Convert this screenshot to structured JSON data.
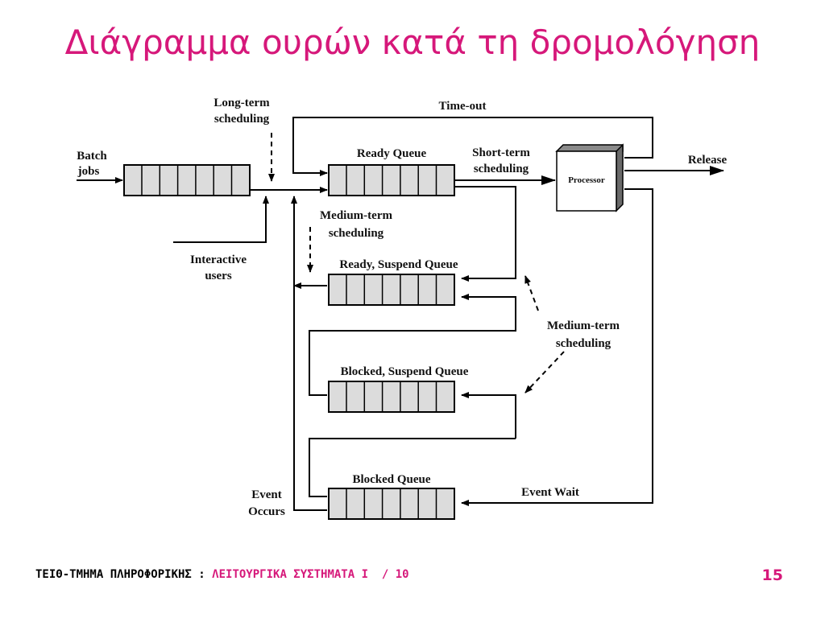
{
  "slide": {
    "title": "Διάγραμμα ουρών κατά τη δρομολόγηση"
  },
  "diagram": {
    "labels": {
      "long_term_1": "Long-term",
      "long_term_2": "scheduling",
      "time_out": "Time-out",
      "batch_1": "Batch",
      "batch_2": "jobs",
      "ready_queue": "Ready Queue",
      "short_term_1": "Short-term",
      "short_term_2": "scheduling",
      "processor": "Processor",
      "release": "Release",
      "medium_term_a_1": "Medium-term",
      "medium_term_a_2": "scheduling",
      "interactive_1": "Interactive",
      "interactive_2": "users",
      "ready_suspend_queue": "Ready, Suspend Queue",
      "medium_term_b_1": "Medium-term",
      "medium_term_b_2": "scheduling",
      "blocked_suspend_queue": "Blocked, Suspend Queue",
      "blocked_queue": "Blocked Queue",
      "event_wait": "Event Wait",
      "event_occurs_1": "Event",
      "event_occurs_2": "Occurs"
    },
    "colors": {
      "queue_fill": "#dcdcdc",
      "processor_top": "#8a8a8a",
      "processor_side": "#6a6a6a",
      "line": "#000000"
    }
  },
  "footer": {
    "dept": "ΤΕΙΘ-ΤΜΗΜΑ ΠΛΗΡΟΦΟΡΙΚΗΣ :",
    "course": "ΛΕΙΤΟΥΡΓΙΚΑ ΣΥΣΤΗΜΑΤΑ Ι  / 10",
    "page_number": "15"
  }
}
